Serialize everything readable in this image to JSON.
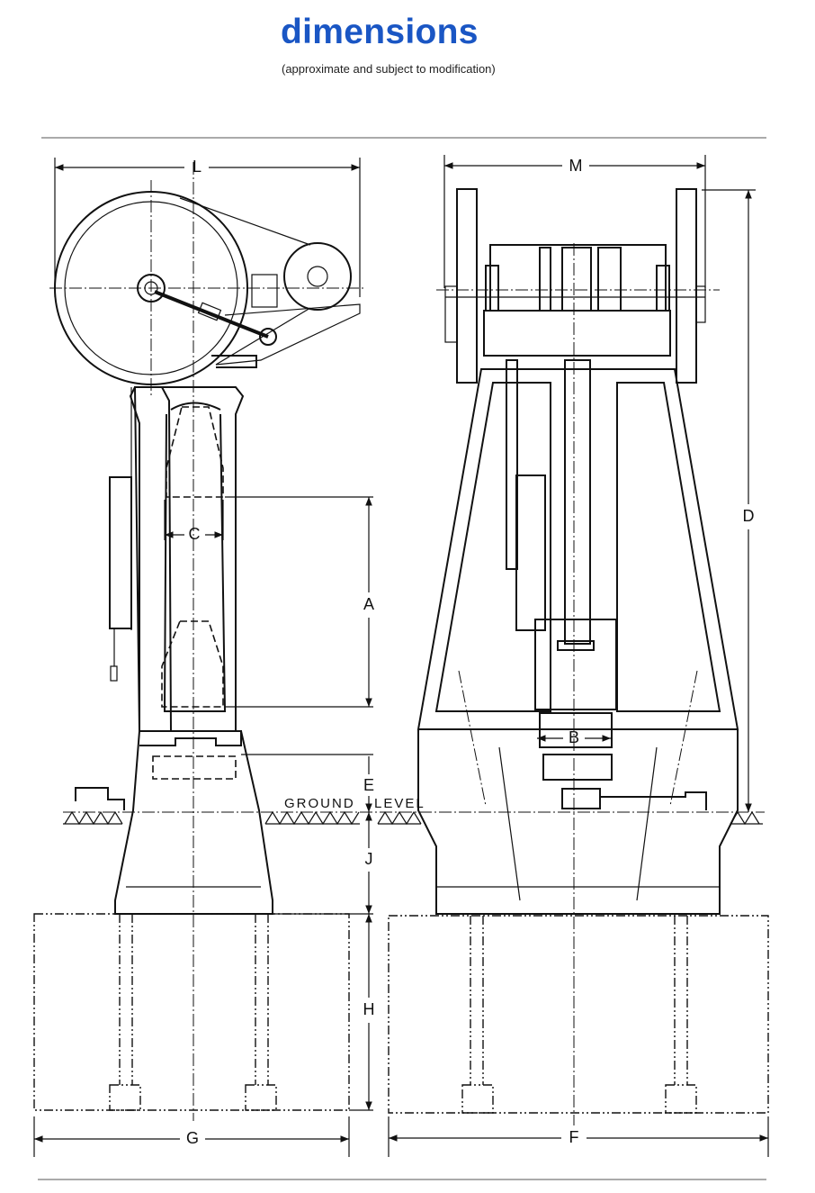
{
  "header": {
    "title": "dimensions",
    "subtitle": "(approximate and subject to modification)"
  },
  "drawing": {
    "dimension_labels": {
      "L": "L",
      "M": "M",
      "D": "D",
      "C": "C",
      "A": "A",
      "B": "B",
      "E": "E",
      "J": "J",
      "H": "H",
      "G": "G",
      "F": "F"
    },
    "ground_label": "GROUND",
    "level_label": "LEVEL"
  },
  "colors": {
    "title": "#1a56c4",
    "ink": "#111111"
  }
}
